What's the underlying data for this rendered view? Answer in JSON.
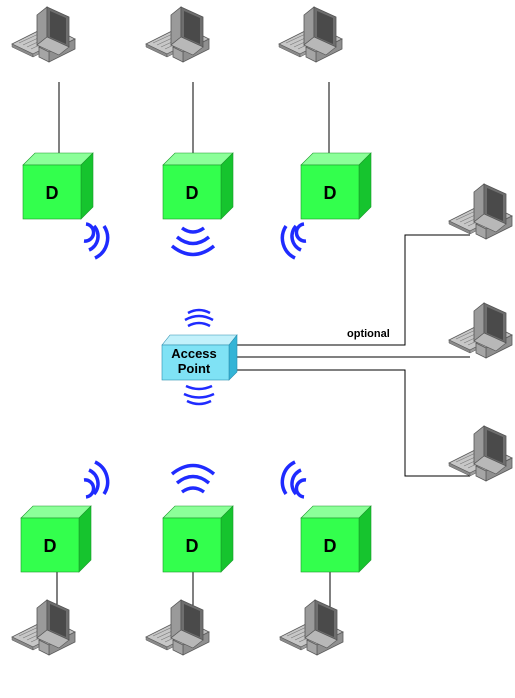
{
  "diagram": {
    "device_label": "D",
    "access_point_label_line1": "Access",
    "access_point_label_line2": "Point",
    "optional_label": "optional"
  },
  "colors": {
    "device_front": "#33ff4d",
    "device_side": "#16c42e",
    "device_top": "#8cff99",
    "access_point_front": "#7fe2f5",
    "access_point_side": "#34b4d6",
    "access_point_top": "#c3f1fb",
    "wave": "#1f2bff",
    "line": "#000000"
  },
  "icons": {
    "computer": "desktop-computer-icon",
    "wireless_waves": "wireless-signal-icon"
  }
}
